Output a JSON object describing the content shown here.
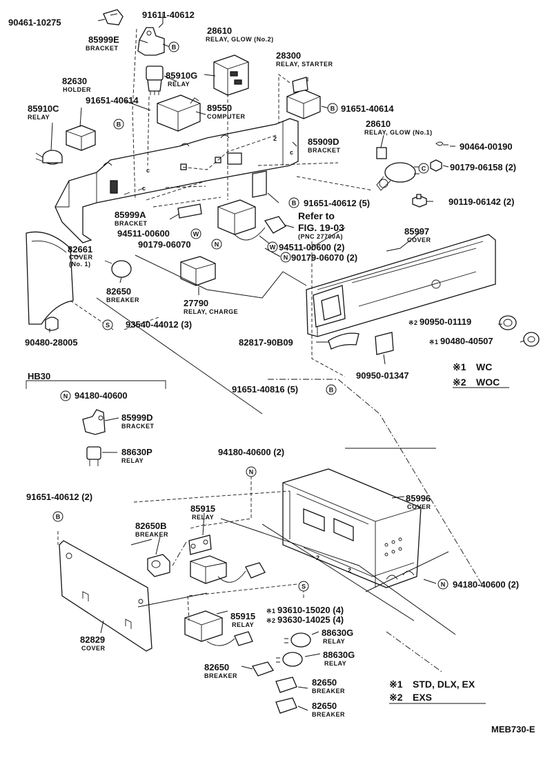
{
  "labels": {
    "l01": "90461-10275",
    "l02": "91611-40612",
    "l03": "85999E",
    "l04": "BRACKET",
    "l05": "28610",
    "l06": "RELAY, GLOW (No.2)",
    "l07": "85910G",
    "l08": "RELAY",
    "l09": "82630",
    "l10": "HOLDER",
    "l11": "91651-40614",
    "l12": "85910C",
    "l13": "RELAY",
    "l14": "89550",
    "l15": "COMPUTER",
    "l16": "28300",
    "l17": "RELAY, STARTER",
    "l18": "91651-40614",
    "l19": "28610",
    "l20": "RELAY, GLOW (No.1)",
    "l21": "85909D",
    "l22": "BRACKET",
    "l23": "90464-00190",
    "l24": "90179-06158 (2)",
    "l25": "91651-40612 (5)",
    "l26": "90119-06142 (2)",
    "l27": "85999A",
    "l28": "BRACKET",
    "l29": "Refer to",
    "l30": "FIG. 19-03",
    "l31": "(PNC 27700A)",
    "l32": "94511-00600",
    "l33": "90179-06070",
    "l34": "94511-00600 (2)",
    "l35": "90179-06070 (2)",
    "l36": "85997",
    "l37": "COVER",
    "l38": "82661",
    "l39": "COVER",
    "l40": "(No. 1)",
    "l41": "82650",
    "l42": "BREAKER",
    "l43": "27790",
    "l44": "RELAY, CHARGE",
    "l45": "90480-28005",
    "l46": "93540-44012 (3)",
    "l47": "82817-90B09",
    "l48": "90950-01119",
    "l49": "90480-40507",
    "l50": "90950-01347",
    "l51": "WC",
    "l52": "WOC",
    "l53": "HB30",
    "l54": "94180-40600",
    "l55": "91651-40816 (5)",
    "l56": "85999D",
    "l57": "BRACKET",
    "l58": "88630P",
    "l59": "RELAY",
    "l60": "94180-40600 (2)",
    "l61": "91651-40612 (2)",
    "l62": "85996",
    "l63": "COVER",
    "l64": "85915",
    "l65": "RELAY",
    "l66": "82650B",
    "l67": "BREAKER",
    "l68": "94180-40600 (2)",
    "l69": "85915",
    "l70": "RELAY",
    "l71": "93610-15020 (4)",
    "l72": "93630-14025 (4)",
    "l73": "88630G",
    "l74": "RELAY",
    "l75": "88630G",
    "l76": "RELAY",
    "l77": "82650",
    "l78": "BREAKER",
    "l79": "82829",
    "l80": "COVER",
    "l81": "82650",
    "l82": "BREAKER",
    "l83": "82650",
    "l84": "BREAKER",
    "l85": "STD, DLX, EX",
    "l86": "EXS",
    "l87": "MEB730-E",
    "m1": "※1",
    "m2": "※2",
    "m3": "※1",
    "m4": "※2",
    "m5": "※1",
    "m6": "※2",
    "m7": "※1",
    "m8": "※2"
  },
  "circle_marks": {
    "b": "B",
    "w": "W",
    "n": "N",
    "s": "S",
    "c": "C"
  }
}
